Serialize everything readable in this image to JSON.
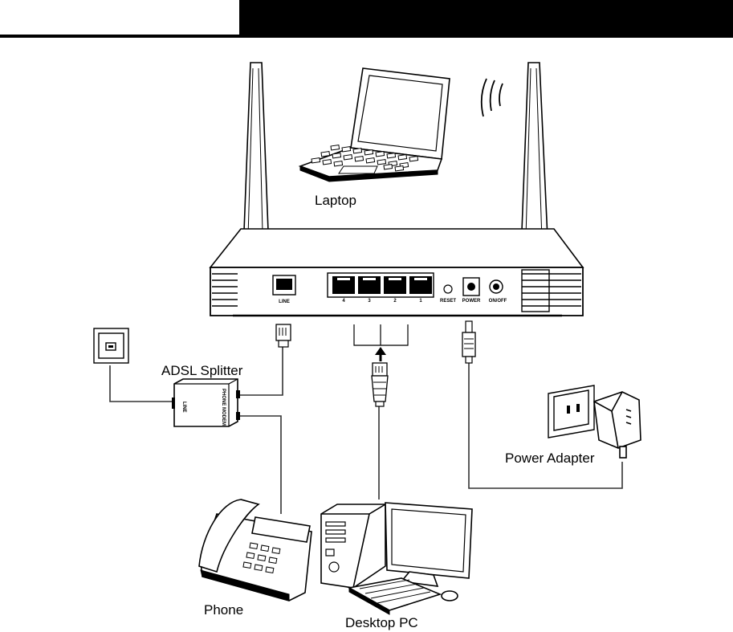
{
  "labels": {
    "laptop": "Laptop",
    "splitter": "ADSL Splitter",
    "power_adapter": "Power Adapter",
    "phone": "Phone",
    "desktop": "Desktop PC"
  },
  "router_ports": {
    "line": "LINE",
    "lan4": "4",
    "lan3": "3",
    "lan2": "2",
    "lan1": "1",
    "reset": "RESET",
    "power": "POWER",
    "onoff": "ON/OFF"
  },
  "splitter_ports": {
    "line": "LINE",
    "phone_modem": "PHONE MODEM"
  }
}
